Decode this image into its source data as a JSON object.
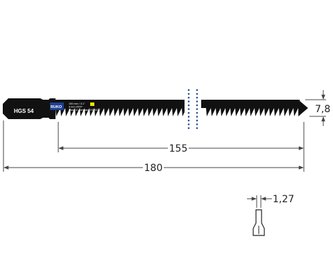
{
  "blade": {
    "model": "HGS 54",
    "brand_logo": "RUKO",
    "spec_lines": [
      "100 mm / 3.1\"",
      "4 mm 25TP",
      "Made in Germany"
    ],
    "material": "HCS/CV"
  },
  "dimensions": {
    "working_length": "155",
    "total_length": "180",
    "blade_height": "7,8",
    "blade_thickness": "1,27"
  },
  "colors": {
    "blade": "#111111",
    "material_marker": "#f2e600",
    "break_dots": "#2a4d8f",
    "logo_bg": "#1f3f8f",
    "dimension_line": "#444444"
  }
}
